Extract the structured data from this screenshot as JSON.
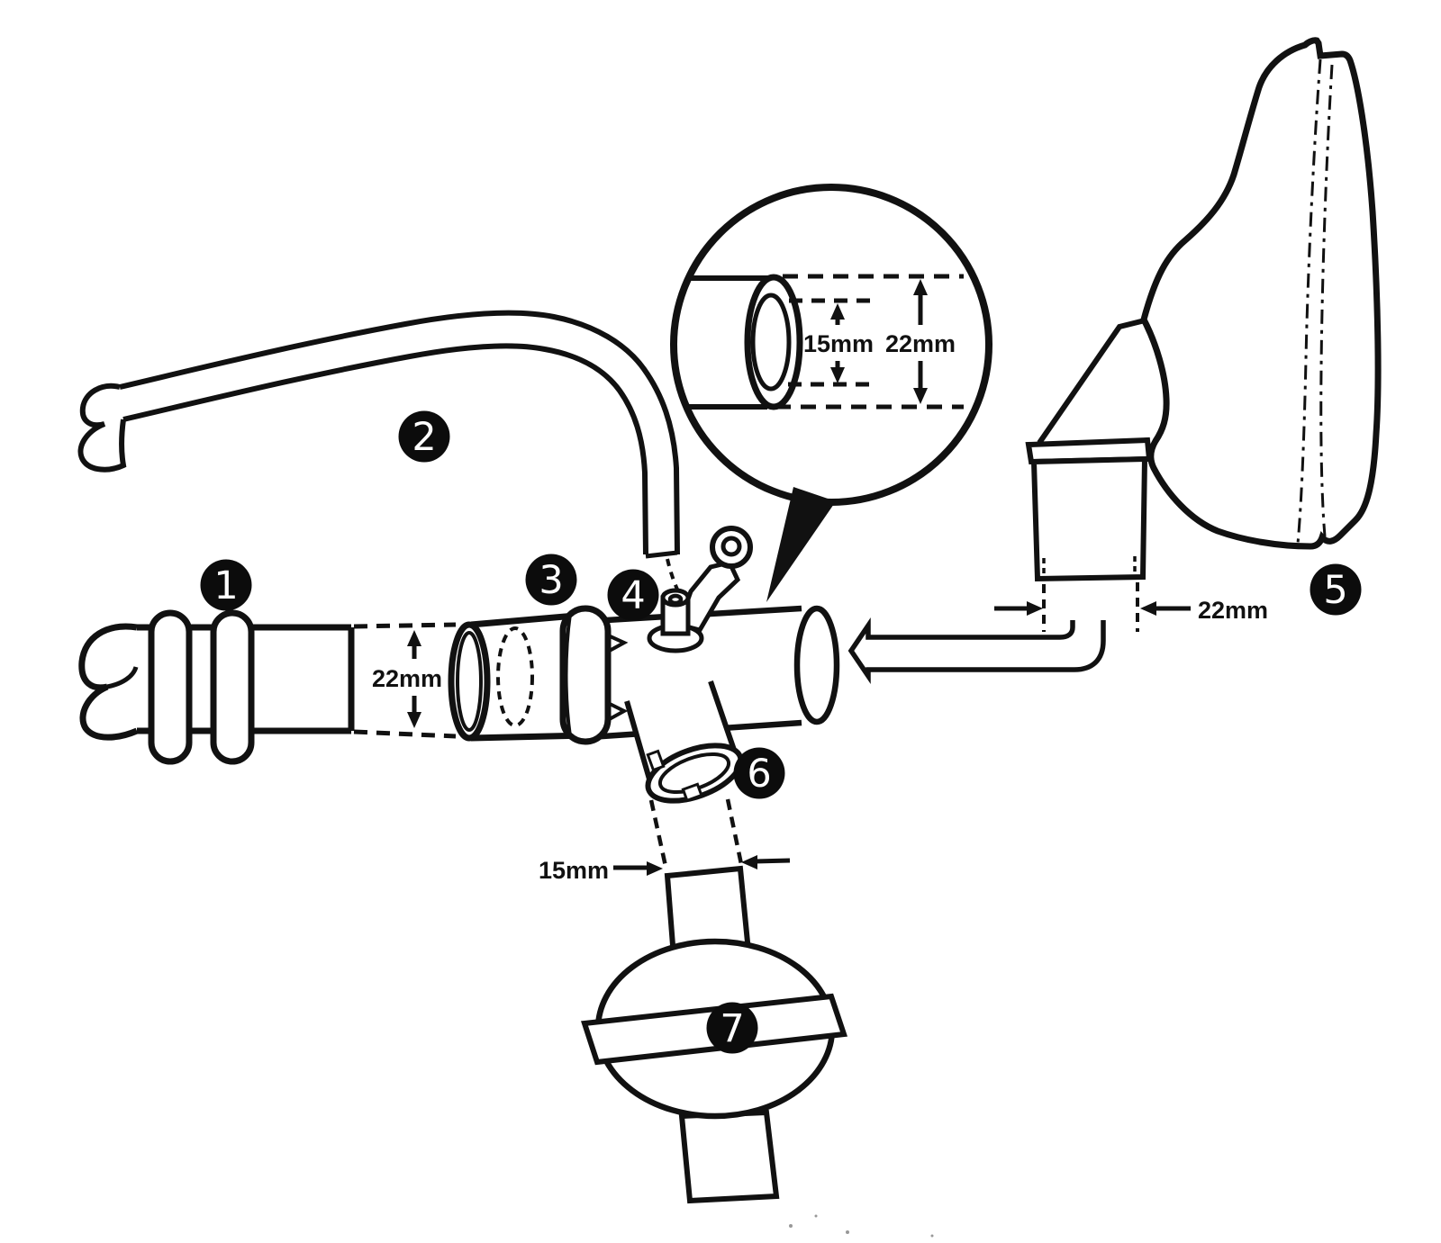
{
  "diagram": {
    "description": "line-art assembly diagram of breathing circuit components with numbered callouts",
    "badges": [
      {
        "label": "1"
      },
      {
        "label": "2"
      },
      {
        "label": "3"
      },
      {
        "label": "4"
      },
      {
        "label": "5"
      },
      {
        "label": "6"
      },
      {
        "label": "7"
      }
    ],
    "labels": {
      "tube_diameter": "22mm",
      "inset_inner_diameter": "15mm",
      "inset_outer_diameter": "22mm",
      "mask_port_diameter": "22mm",
      "connector_diameter": "15mm"
    },
    "colors": {
      "ink": "#111111",
      "paper": "#ffffff"
    }
  }
}
